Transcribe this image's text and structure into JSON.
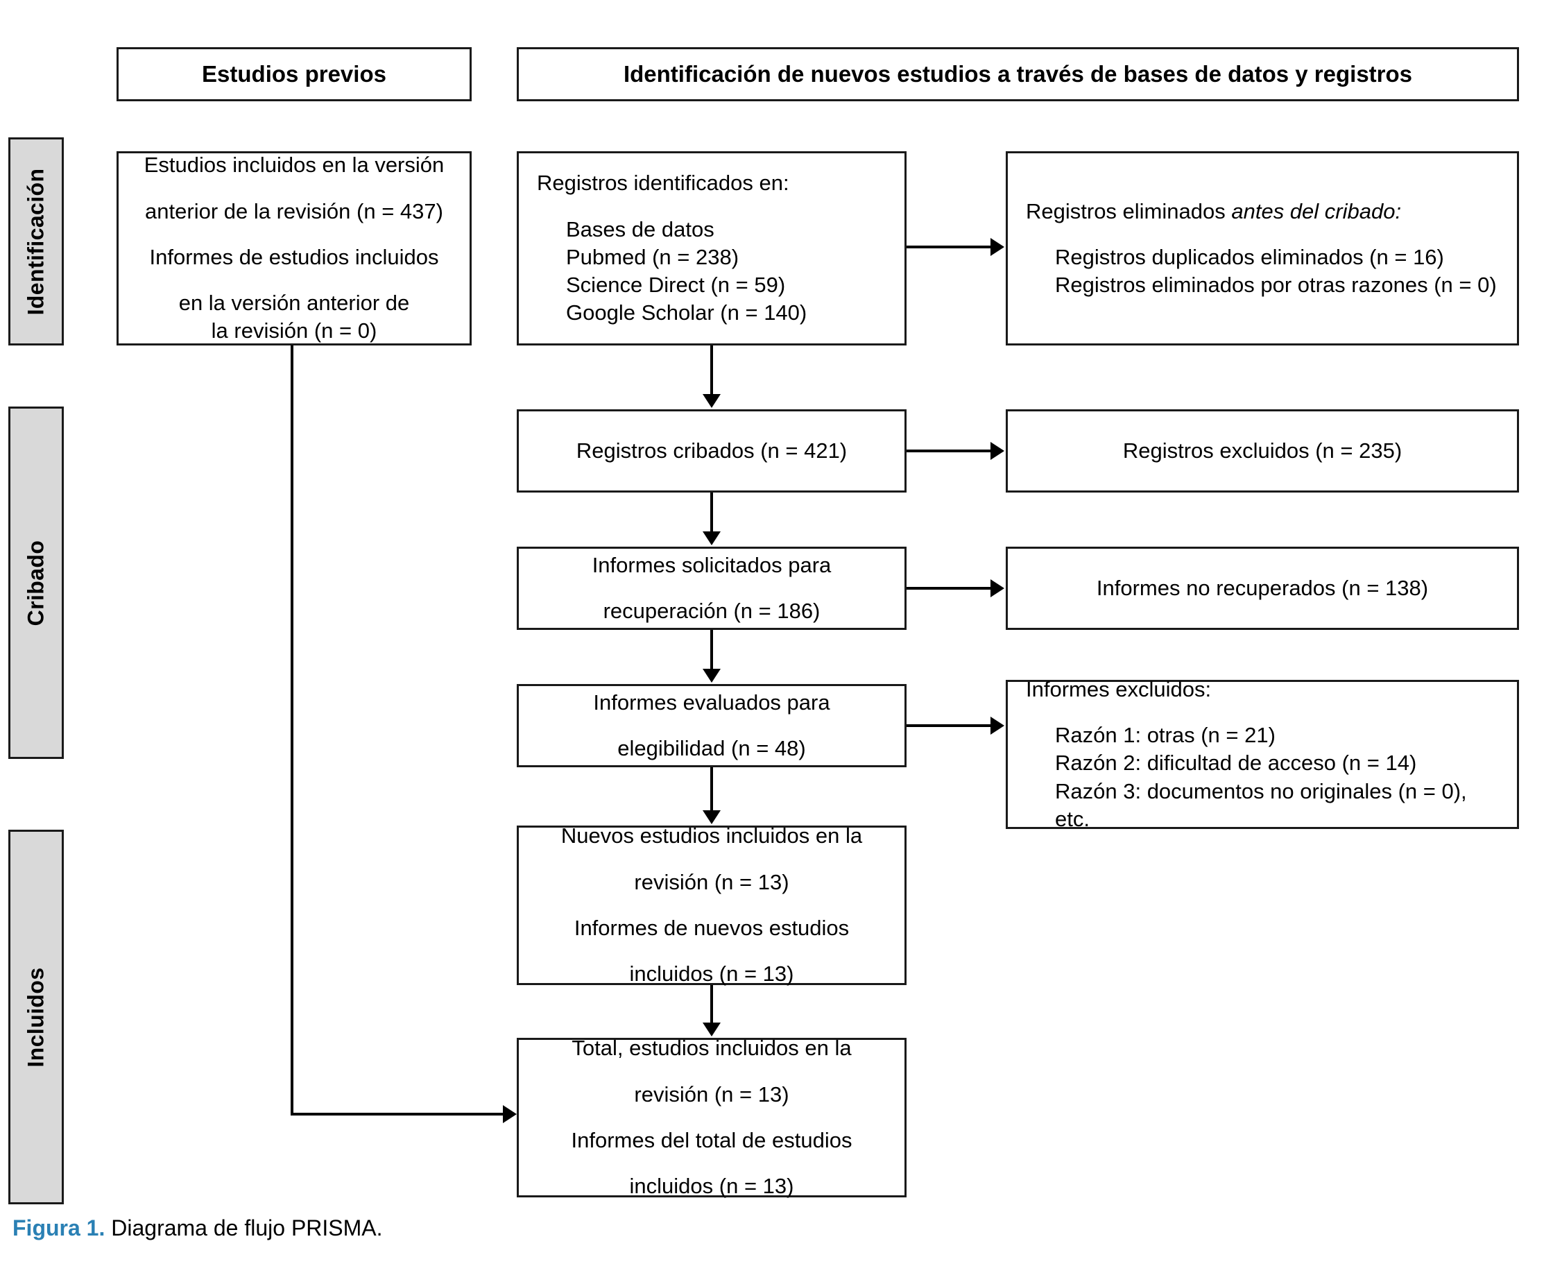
{
  "headers": {
    "previous_studies": "Estudios previos",
    "new_identification": "Identificación de nuevos estudios a través de bases de datos y registros"
  },
  "stages": [
    {
      "label": "Identificación"
    },
    {
      "label": "Cribado"
    },
    {
      "label": "Incluidos"
    }
  ],
  "boxes": {
    "previous_included": {
      "line1": "Estudios incluidos en la versión",
      "line2": "anterior de la revisión (n = 437)",
      "line3": "Informes de estudios incluidos",
      "line4": "en la versión anterior de",
      "line5": "la revisión (n = 0)"
    },
    "records_identified": {
      "title": "Registros identificados en:",
      "item1": "Bases de datos",
      "item2": "Pubmed (n = 238)",
      "item3": "Science Direct (n = 59)",
      "item4": "Google Scholar (n = 140)"
    },
    "records_removed": {
      "title_plain": "Registros eliminados ",
      "title_italic": "antes del cribado:",
      "item1": "Registros duplicados eliminados (n = 16)",
      "item2": "Registros eliminados por otras razones (n = 0)"
    },
    "records_screened": {
      "line1": "Registros cribados (n = 421)"
    },
    "records_excluded": {
      "line1": "Registros excluidos (n = 235)"
    },
    "reports_sought": {
      "line1": "Informes solicitados para",
      "line2": "recuperación (n = 186)"
    },
    "reports_not_retrieved": {
      "line1": "Informes no recuperados (n = 138)"
    },
    "reports_assessed": {
      "line1": "Informes evaluados para",
      "line2": "elegibilidad (n = 48)"
    },
    "reports_excluded": {
      "title": "Informes excluidos:",
      "item1": "Razón 1: otras (n = 21)",
      "item2": "Razón 2: dificultad de acceso (n = 14)",
      "item3": "Razón 3: documentos no originales (n = 0), etc."
    },
    "new_studies_included": {
      "line1": "Nuevos estudios incluidos en la",
      "line2": "revisión (n = 13)",
      "line3": "Informes de nuevos estudios",
      "line4": "incluidos (n = 13)"
    },
    "total_included": {
      "line1": "Total, estudios incluidos en la",
      "line2": "revisión (n = 13)",
      "line3": "Informes del total de estudios",
      "line4": "incluidos (n = 13)"
    }
  },
  "caption": {
    "label": "Figura 1.",
    "text": " Diagrama de flujo PRISMA."
  },
  "colors": {
    "accent": "#2a80b4",
    "stage_fill": "#d9d9d9",
    "stroke": "#1a1a1a"
  }
}
